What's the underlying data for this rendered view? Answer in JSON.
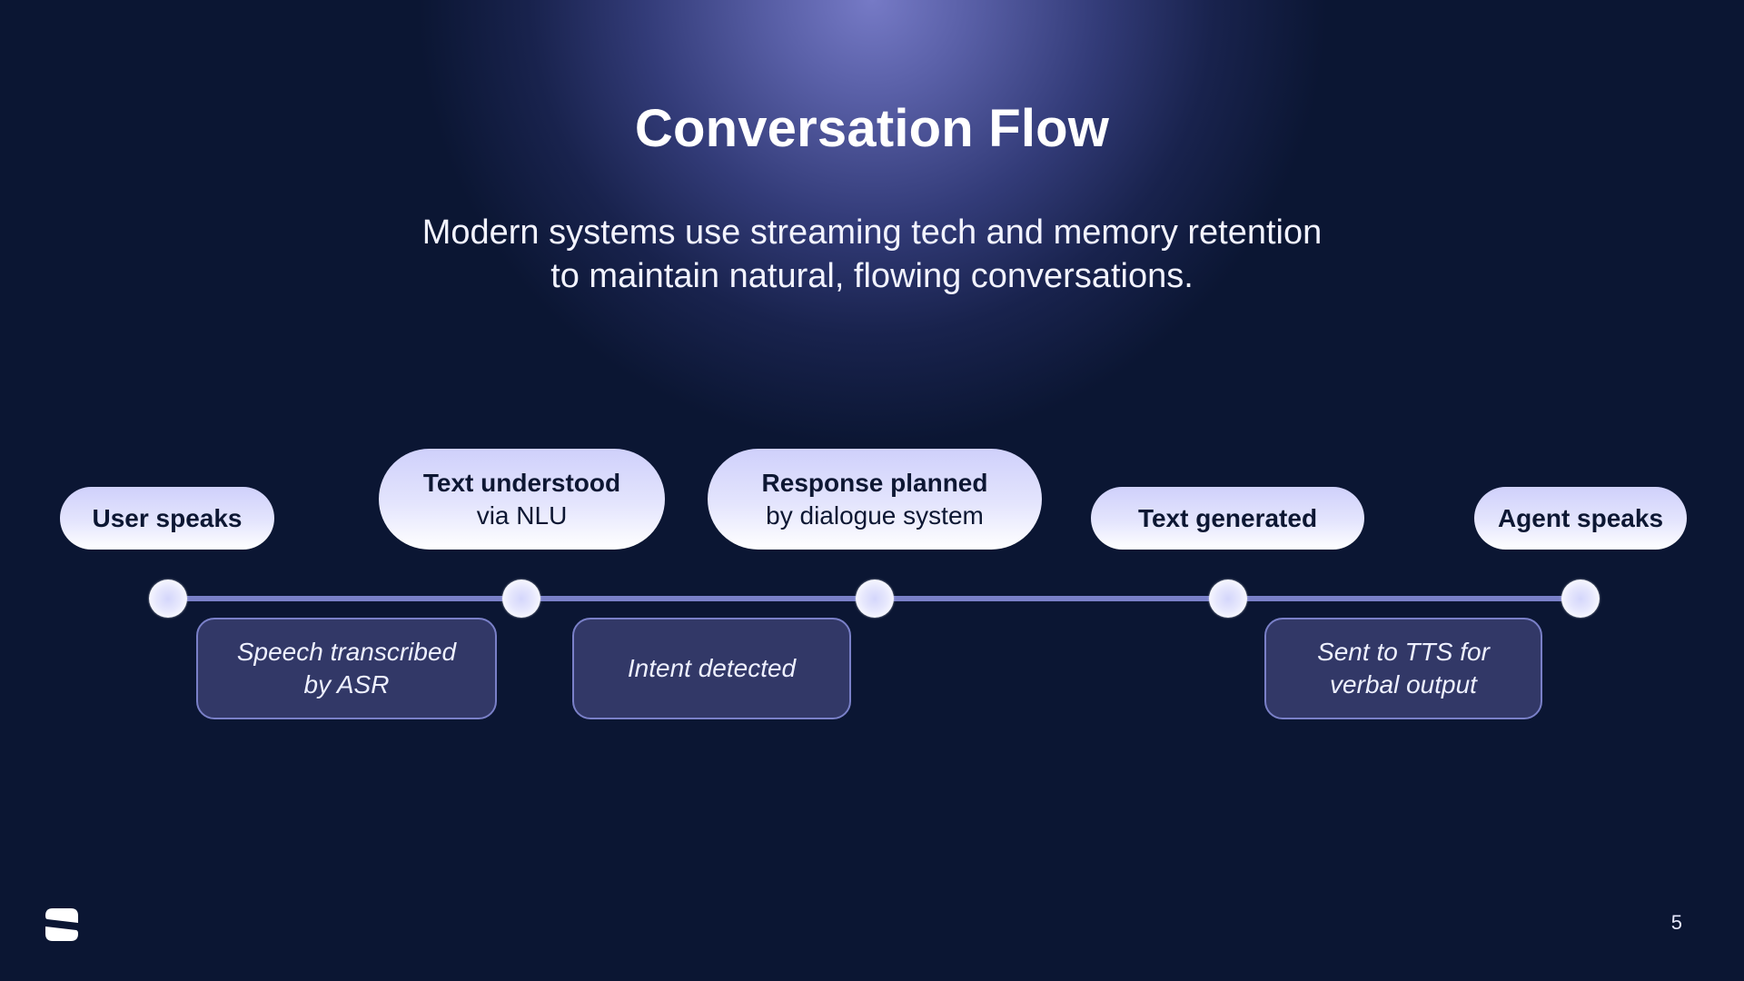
{
  "slide": {
    "title": "Conversation Flow",
    "subtitle_lines": [
      "Modern systems use streaming tech and memory retention",
      "to maintain natural, flowing conversations."
    ],
    "page_number": "5",
    "logo_icon": "stacked-s-logo-icon"
  },
  "colors": {
    "background": "#0b1633",
    "glow": "#767ac6",
    "track": "#7a80c8",
    "pill_top": "#cfd0fb",
    "pill_bottom": "#ffffff",
    "pill_text": "#0d1733",
    "box_fill": "#323867",
    "box_border": "#7a80c8",
    "box_text": "#eef0ff"
  },
  "flow": {
    "steps": [
      {
        "title": "User speaks",
        "detail": ""
      },
      {
        "title": "Text understood",
        "detail": "via NLU"
      },
      {
        "title": "Response planned",
        "detail": "by dialogue system"
      },
      {
        "title": "Text generated",
        "detail": ""
      },
      {
        "title": "Agent speaks",
        "detail": ""
      }
    ],
    "transitions": [
      {
        "between": "User speaks → Text understood",
        "label_lines": [
          "Speech transcribed",
          "by ASR"
        ]
      },
      {
        "between": "Text understood → Response planned",
        "label_lines": [
          "Intent detected"
        ]
      },
      {
        "between": "Text generated → Agent speaks",
        "label_lines": [
          "Sent to TTS for",
          "verbal output"
        ]
      }
    ]
  }
}
